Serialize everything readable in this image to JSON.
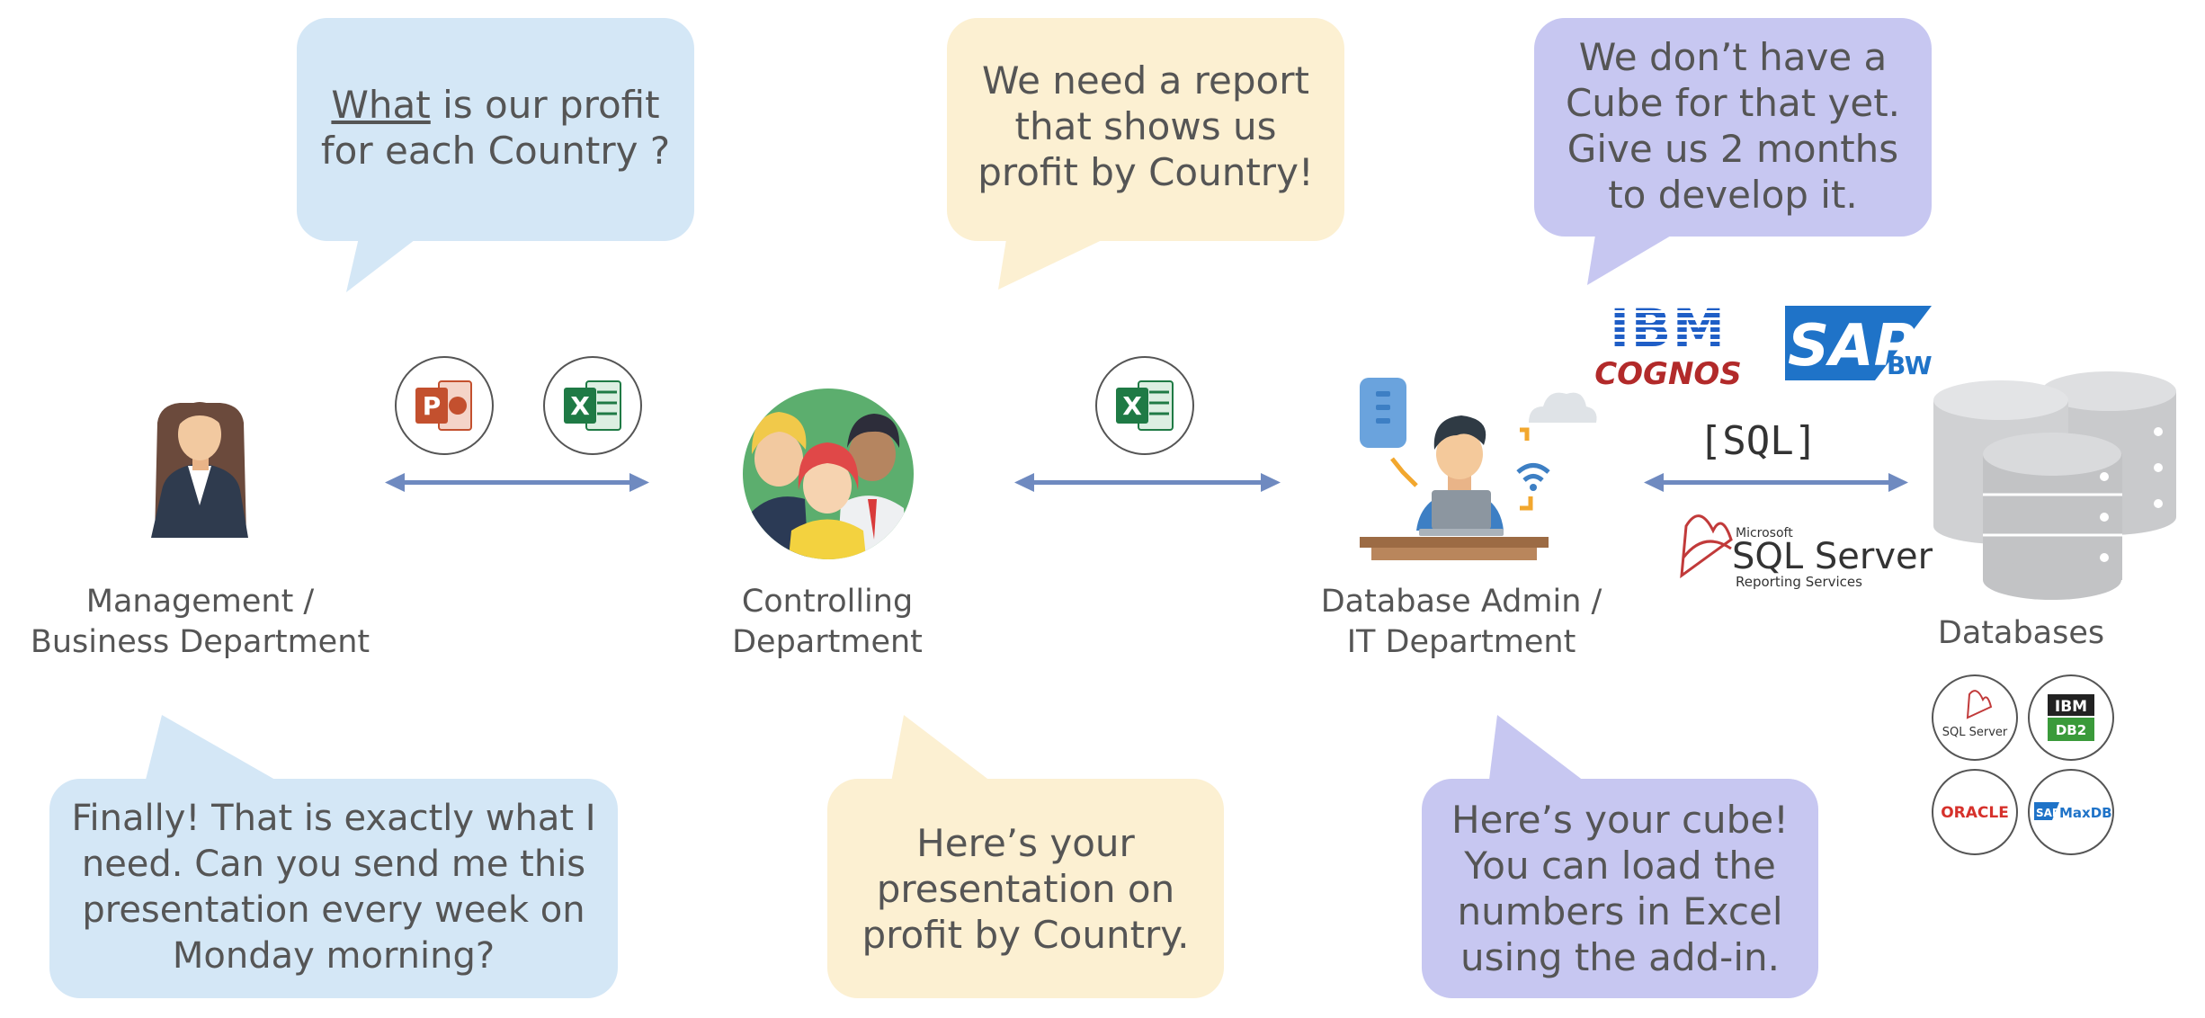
{
  "bubbles": {
    "management_question": {
      "underlined": "What",
      "rest": " is our profit",
      "line2": "for each Country ?"
    },
    "controlling_request": [
      "We need a report",
      "that shows us",
      "profit by Country!"
    ],
    "it_reply": [
      "We don’t have a",
      "Cube for that yet.",
      "Give us 2 months",
      "to develop it."
    ],
    "management_final": [
      "Finally! That is exactly what I",
      "need. Can you send me this",
      "presentation every week on",
      "Monday morning?"
    ],
    "controlling_delivery": [
      "Here’s your",
      "presentation on",
      "profit by Country."
    ],
    "it_delivery": [
      "Here’s your cube!",
      "You can load the",
      "numbers in Excel",
      "using the add-in."
    ]
  },
  "actors": {
    "management": [
      "Management /",
      "Business Department"
    ],
    "controlling": [
      "Controlling",
      "Department"
    ],
    "it": [
      "Database Admin /",
      "IT Department"
    ],
    "databases": "Databases"
  },
  "tools": {
    "sql_tag": "[SQL]",
    "ibm": "IBM",
    "cognos": "COGNOS",
    "sap": "SAP",
    "sap_bw": "BW",
    "mssql_small": "Microsoft",
    "mssql_main": "SQL Server",
    "mssql_sub": "Reporting Services"
  },
  "db_logos": {
    "sqlserver": "SQL Server",
    "ibm": "IBM",
    "db2": "DB2",
    "oracle": "ORACLE",
    "sap": "SAP",
    "maxdb": "MaxDB"
  },
  "colors": {
    "blue_bubble": "#d4e7f6",
    "yellow_bubble": "#fcf0d2",
    "purple_bubble": "#c7c7f1",
    "arrow": "#6f8ac0",
    "text": "#555555"
  }
}
